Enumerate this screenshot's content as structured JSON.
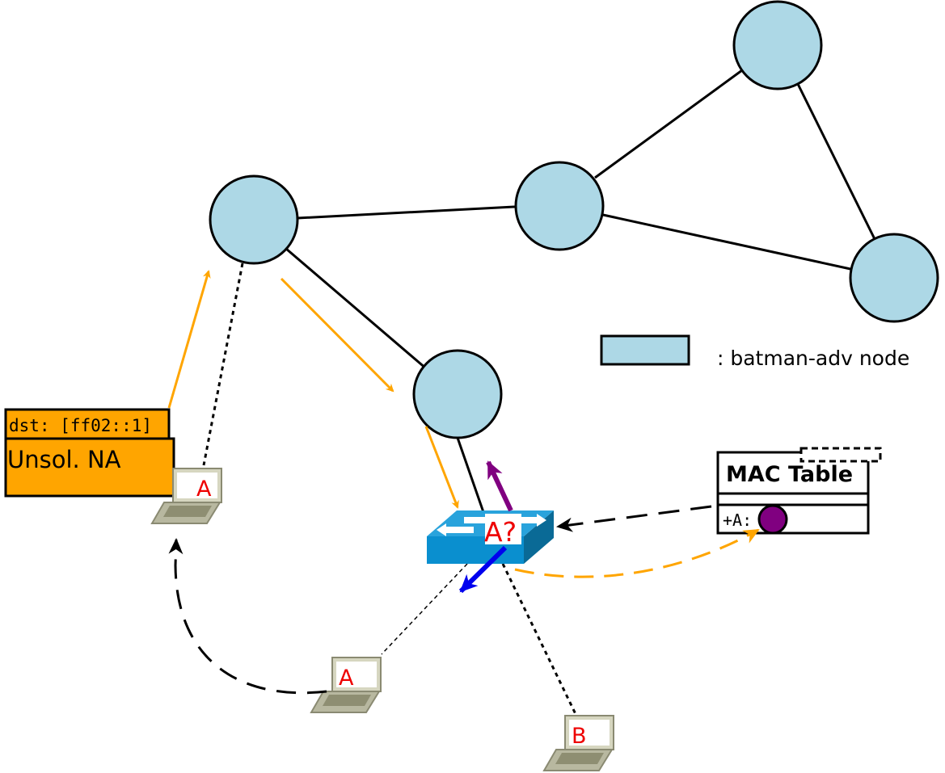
{
  "legend": {
    "label": ": batman-adv node"
  },
  "packet": {
    "header": "dst: [ff02::1]",
    "body": "Unsol. NA"
  },
  "switch": {
    "query": "A?"
  },
  "mac_table": {
    "title": "MAC Table",
    "entry_label": "+A:"
  },
  "hosts": {
    "host_a_top": "A",
    "host_a_bottom": "A",
    "host_b": "B"
  },
  "colors": {
    "node_fill": "#add8e6",
    "packet_orange": "#ffa500",
    "arrow_orange": "#ffa500",
    "arrow_purple": "#800080",
    "arrow_blue": "#0000ee",
    "switch_top": "#29a3dc",
    "switch_front": "#0a8fcf",
    "switch_side": "#0a6a96",
    "host_label": "#ee0000"
  }
}
